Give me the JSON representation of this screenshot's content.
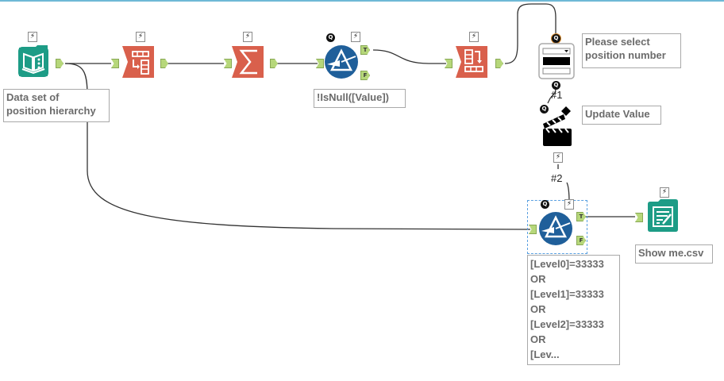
{
  "canvas": {
    "accent_top_line": "#6fb9d6",
    "colors": {
      "input_output_tool": "#1d9c86",
      "transform_tool": "#d9604c",
      "filter_tool": "#1f5f9a",
      "anchor": "#b6d77a",
      "wire": "#333333",
      "annotation_text": "#6b6b6b"
    }
  },
  "tools": [
    {
      "id": "input",
      "icon": "book-data-input-icon",
      "annotation": "Data set of\nposition hierarchy"
    },
    {
      "id": "transpose",
      "icon": "transpose-icon",
      "annotation": ""
    },
    {
      "id": "summarize",
      "icon": "summarize-sigma-icon",
      "annotation": ""
    },
    {
      "id": "filter1",
      "icon": "filter-prism-icon",
      "annotation": "!IsNull([Value])",
      "anchors": {
        "true": "T",
        "false": "F"
      }
    },
    {
      "id": "crosstab",
      "icon": "crosstab-icon",
      "annotation": ""
    },
    {
      "id": "dropdown",
      "icon": "dropdown-interface-icon",
      "annotation": "Please select\nposition number"
    },
    {
      "id": "action",
      "icon": "clapperboard-action-icon",
      "annotation": "Update Value"
    },
    {
      "id": "filter2",
      "icon": "filter-prism-icon",
      "annotation": "[Level0]=33333\nOR\n[Level1]=33333\nOR\n[Level2]=33333\nOR\n[Lev...",
      "anchors": {
        "true": "T",
        "false": "F"
      }
    },
    {
      "id": "output",
      "icon": "csv-output-icon",
      "annotation": "Show me.csv"
    }
  ],
  "connection_labels": {
    "first": "#1",
    "second": "#2"
  },
  "badges": {
    "question": "Q",
    "bolt": "⚡"
  }
}
